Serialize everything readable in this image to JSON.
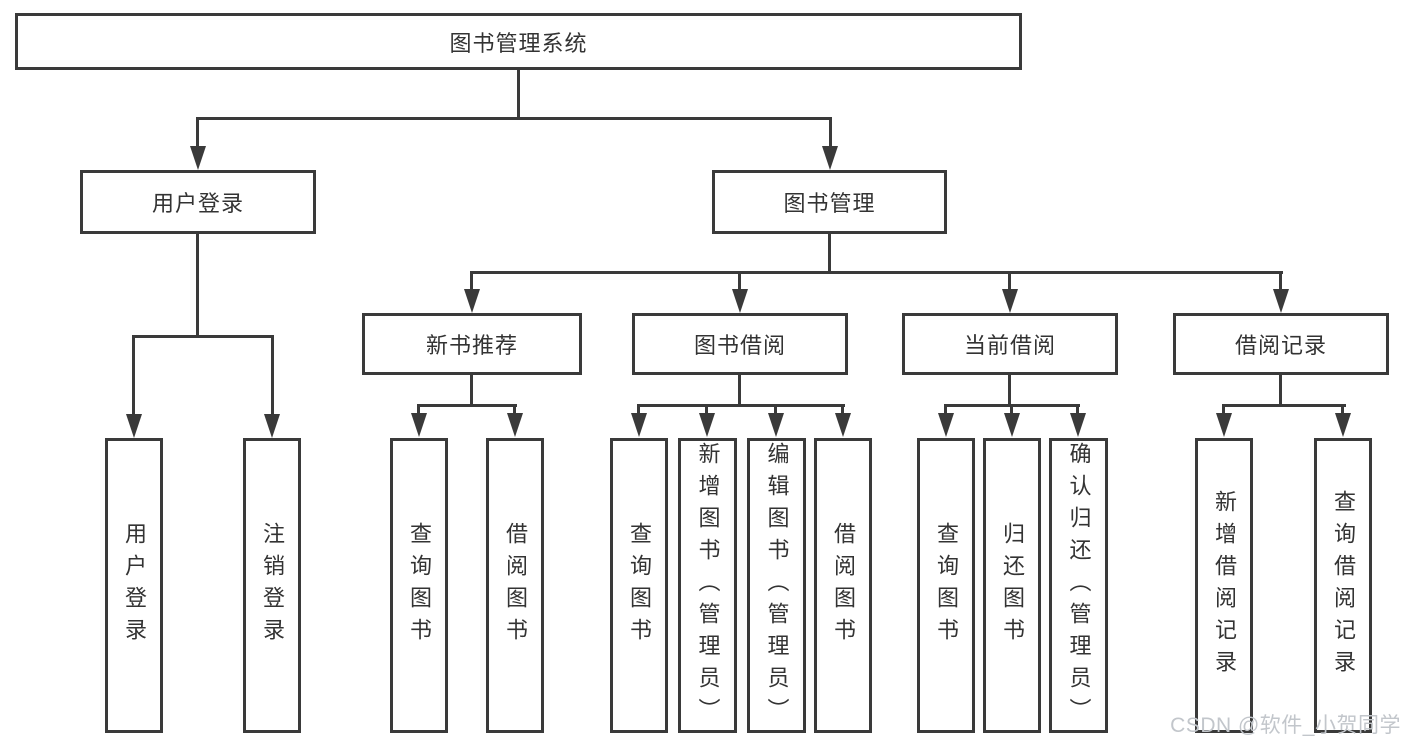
{
  "tree": {
    "root": {
      "label": "图书管理系统"
    },
    "children": [
      {
        "label": "用户登录",
        "children": [
          {
            "label": "用户登录"
          },
          {
            "label": "注销登录"
          }
        ]
      },
      {
        "label": "图书管理",
        "children": [
          {
            "label": "新书推荐",
            "children": [
              {
                "label": "查询图书"
              },
              {
                "label": "借阅图书"
              }
            ]
          },
          {
            "label": "图书借阅",
            "children": [
              {
                "label": "查询图书"
              },
              {
                "label": "新增图书（管理员）"
              },
              {
                "label": "编辑图书（管理员）"
              },
              {
                "label": "借阅图书"
              }
            ]
          },
          {
            "label": "当前借阅",
            "children": [
              {
                "label": "查询图书"
              },
              {
                "label": "归还图书"
              },
              {
                "label": "确认归还（管理员）"
              }
            ]
          },
          {
            "label": "借阅记录",
            "children": [
              {
                "label": "新增借阅记录"
              },
              {
                "label": "查询借阅记录"
              }
            ]
          }
        ]
      }
    ]
  },
  "watermark": {
    "text": "CSDN @软件_小贺同学"
  },
  "colors": {
    "line": "#3a3a3a",
    "text": "#333333",
    "background": "#ffffff",
    "watermark": "#c2c6cb"
  }
}
